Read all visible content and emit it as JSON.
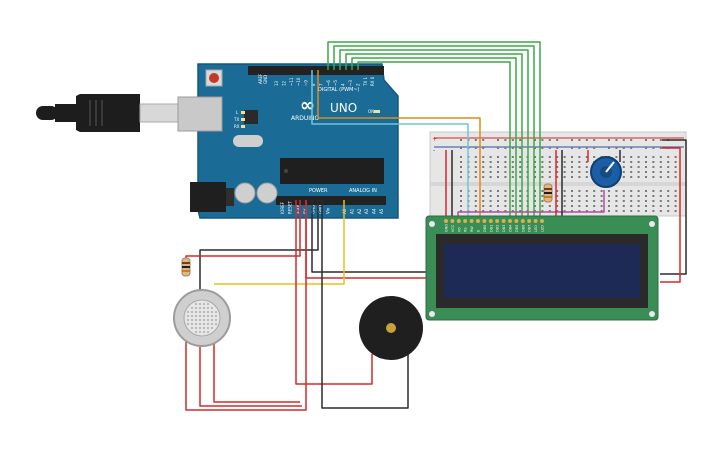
{
  "arduino": {
    "digital_label": "DIGITAL (PWM~)",
    "brand": "ARDUINO",
    "model": "UNO",
    "power_label": "POWER",
    "analog_label": "ANALOG IN",
    "pin_aref": "AREF",
    "pin_gnd": "GND",
    "pins_digital": [
      "13",
      "12",
      "~11",
      "~10",
      "~9",
      "8",
      "7",
      "~6",
      "~5",
      "4",
      "~3",
      "2",
      "TX 1",
      "RX 0"
    ],
    "pins_power": [
      "IOREF",
      "RESET",
      "3.3V",
      "5V",
      "GND",
      "GND",
      "Vin"
    ],
    "pins_analog": [
      "A0",
      "A1",
      "A2",
      "A3",
      "A4",
      "A5"
    ],
    "led_l": "L",
    "led_tx": "TX",
    "led_rx": "RX",
    "led_on": "ON"
  },
  "lcd": {
    "pins": [
      "GND",
      "VCC",
      "V0",
      "RS",
      "RW",
      "E",
      "DB0",
      "DB1",
      "DB2",
      "DB3",
      "DB4",
      "DB5",
      "DB6",
      "DB7",
      "LED",
      "LED"
    ]
  },
  "breadboard": {
    "plus": "+",
    "minus": "-"
  },
  "colors": {
    "board_blue": "#1a6b96",
    "lcd_green": "#3a8d55",
    "lcd_screen": "#1c2a55",
    "wire_red": "#d42a2a",
    "wire_black": "#2b2b2b",
    "wire_green": "#3aa845",
    "wire_orange": "#e08a1a",
    "wire_cyan": "#6fc6d6",
    "wire_purple": "#b04fa0",
    "wire_yellow": "#e8c020"
  }
}
